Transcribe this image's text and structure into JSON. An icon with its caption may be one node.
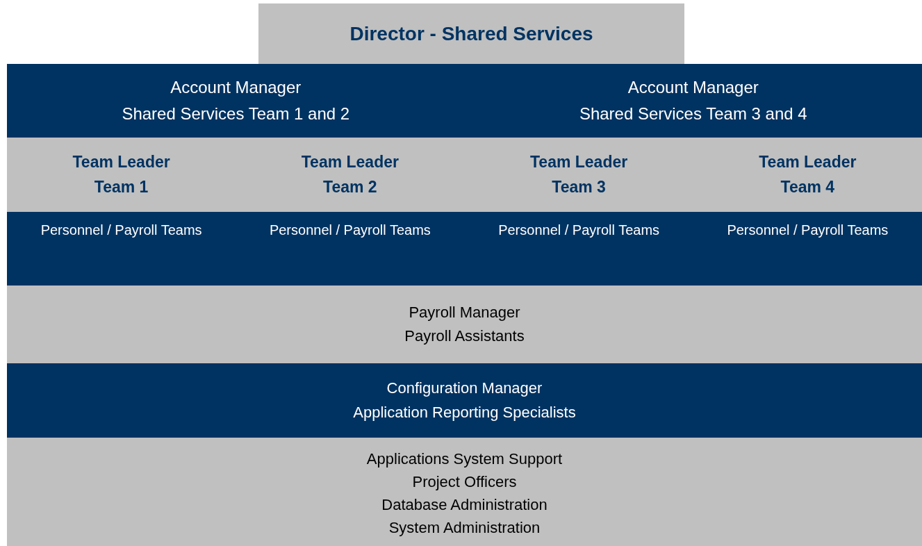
{
  "diagram": {
    "nodes": [
      {
        "text": [
          "Director - Shared Services"
        ]
      },
      {
        "text": [
          "Account Manager",
          "Shared Services Team 1 and 2"
        ]
      },
      {
        "text": [
          "Account Manager",
          "Shared Services Team 3 and 4"
        ]
      },
      {
        "text": [
          "Team Leader",
          "Team 1"
        ]
      },
      {
        "text": [
          "Team Leader",
          "Team 2"
        ]
      },
      {
        "text": [
          "Team Leader",
          "Team 3"
        ]
      },
      {
        "text": [
          "Team Leader",
          "Team 4"
        ]
      },
      {
        "text": [
          "Personnel / Payroll Teams"
        ]
      },
      {
        "text": [
          "Personnel / Payroll Teams"
        ]
      },
      {
        "text": [
          "Personnel / Payroll Teams"
        ]
      },
      {
        "text": [
          "Personnel / Payroll Teams"
        ]
      },
      {
        "text": [
          "Payroll Manager",
          "Payroll Assistants"
        ]
      },
      {
        "text": [
          "Configuration Manager",
          "Application Reporting Specialists"
        ]
      },
      {
        "text": [
          "Applications System Support",
          "Project Officers",
          "Database Administration",
          "System Administration"
        ]
      }
    ]
  }
}
